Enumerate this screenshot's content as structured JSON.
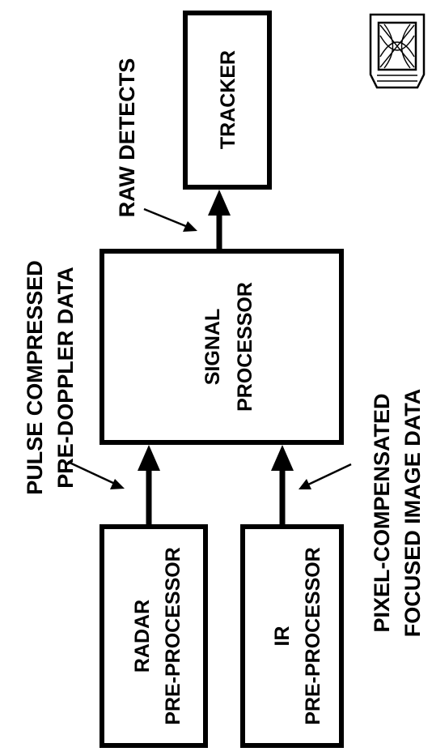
{
  "diagram": {
    "blocks": {
      "radar": {
        "line1": "RADAR",
        "line2": "PRE-PROCESSOR"
      },
      "ir": {
        "line1": "IR",
        "line2": "PRE-PROCESSOR"
      },
      "signal": {
        "line1": "SIGNAL",
        "line2": "PROCESSOR"
      },
      "tracker": {
        "line1": "TRACKER"
      }
    },
    "labels": {
      "pulse": {
        "line1": "PULSE COMPRESSED",
        "line2": "PRE-DOPPLER DATA"
      },
      "pixel": {
        "line1": "PIXEL-COMPENSATED",
        "line2": "FOCUSED IMAGE DATA"
      },
      "raw": {
        "line1": "RAW DETECTS"
      }
    },
    "connections": [
      {
        "from": "RADAR PRE-PROCESSOR",
        "to": "SIGNAL PROCESSOR"
      },
      {
        "from": "IR PRE-PROCESSOR",
        "to": "SIGNAL PROCESSOR"
      },
      {
        "from": "SIGNAL PROCESSOR",
        "to": "TRACKER"
      }
    ]
  }
}
